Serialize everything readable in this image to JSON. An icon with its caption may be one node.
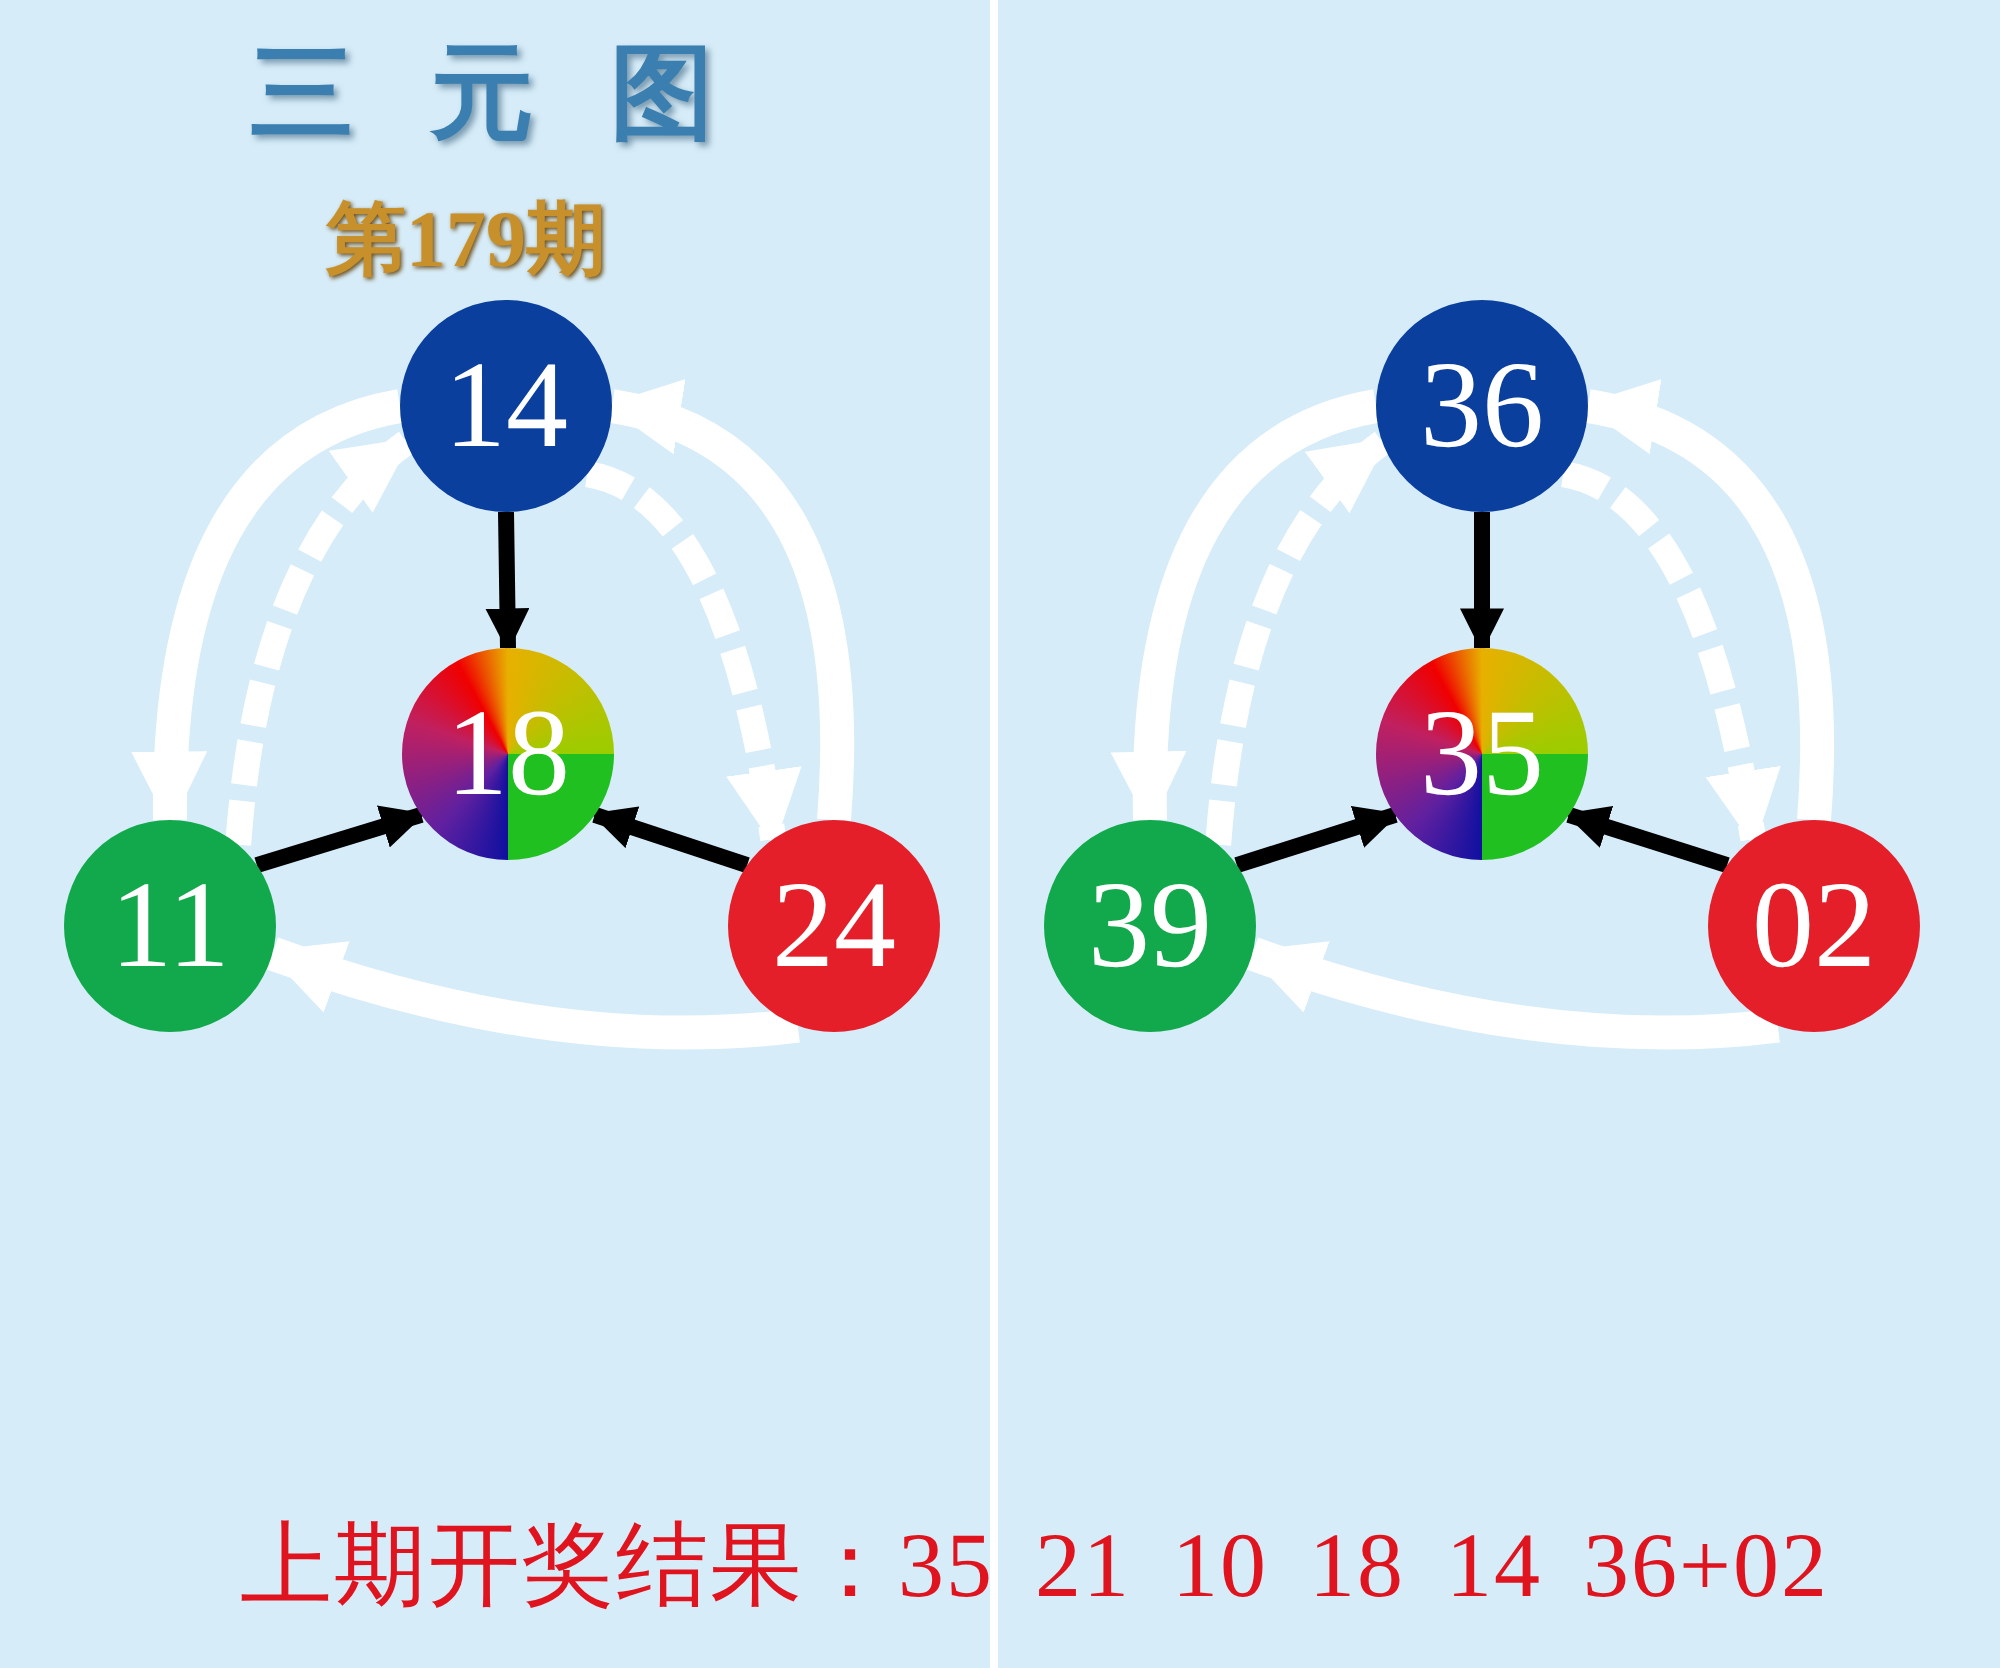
{
  "diagram": {
    "title": "三元图",
    "nodes": [
      {
        "text": [
          "14"
        ]
      },
      {
        "text": [
          "18"
        ]
      },
      {
        "text": [
          "11"
        ]
      },
      {
        "text": [
          "24"
        ]
      },
      {
        "text": [
          "36"
        ]
      },
      {
        "text": [
          "35"
        ]
      },
      {
        "text": [
          "39"
        ]
      },
      {
        "text": [
          "02"
        ]
      }
    ],
    "edges": [
      {
        "from": 0,
        "to": 1,
        "arrow": "to",
        "color": "#000000"
      },
      {
        "from": 2,
        "to": 1,
        "arrow": "to",
        "color": "#000000"
      },
      {
        "from": 3,
        "to": 1,
        "arrow": "to",
        "color": "#000000"
      },
      {
        "from": 0,
        "to": 2,
        "arrow": "to"
      },
      {
        "from": 3,
        "to": 0,
        "arrow": "to"
      },
      {
        "from": 3,
        "to": 2,
        "arrow": "to"
      },
      {
        "from": 2,
        "to": 0,
        "arrow": "to",
        "style": "dashed"
      },
      {
        "from": 0,
        "to": 3,
        "arrow": "to",
        "style": "dashed"
      },
      {
        "from": 4,
        "to": 5,
        "arrow": "to",
        "color": "#000000"
      },
      {
        "from": 6,
        "to": 5,
        "arrow": "to",
        "color": "#000000"
      },
      {
        "from": 7,
        "to": 5,
        "arrow": "to",
        "color": "#000000"
      },
      {
        "from": 4,
        "to": 6,
        "arrow": "to"
      },
      {
        "from": 7,
        "to": 4,
        "arrow": "to"
      },
      {
        "from": 7,
        "to": 6,
        "arrow": "to"
      },
      {
        "from": 6,
        "to": 4,
        "arrow": "to",
        "style": "dashed"
      },
      {
        "from": 4,
        "to": 7,
        "arrow": "to",
        "style": "dashed"
      }
    ],
    "labels": [
      "第179期",
      "上期开奖结果：35 21 10 18 14 36+02"
    ]
  }
}
